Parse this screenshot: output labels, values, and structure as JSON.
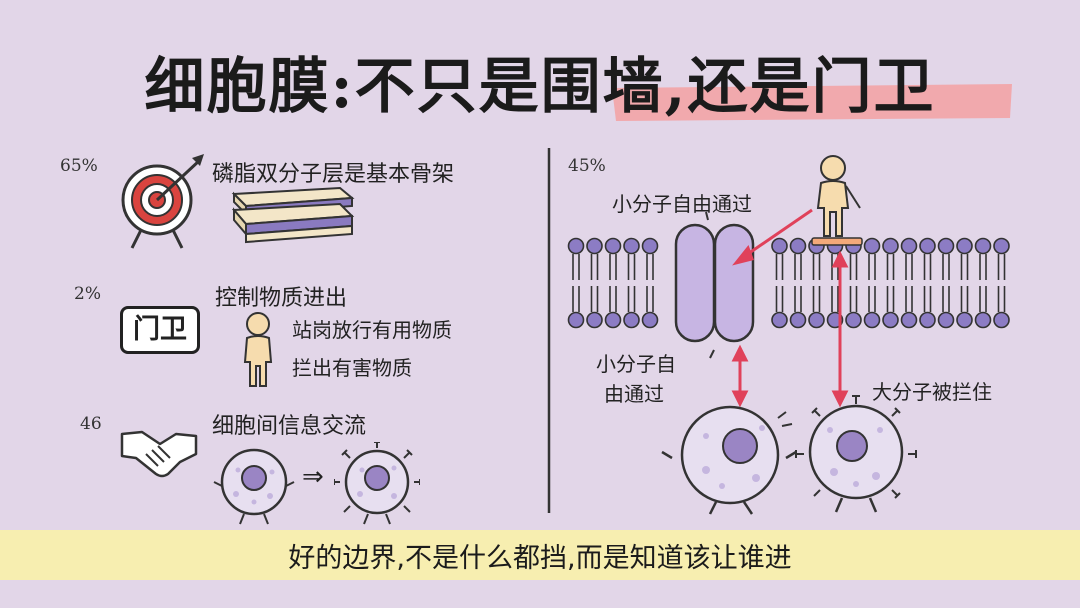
{
  "title": "细胞膜:不只是围墙,还是门卫",
  "left": {
    "row1": {
      "percent": "65%",
      "label": "磷脂双分子层是基本骨架",
      "icon": "target-icon",
      "icon2": "lipid-layer-stack-icon"
    },
    "row2": {
      "percent": "2%",
      "label": "控制物质进出",
      "badge": "门卫",
      "sub1": "站岗放行有用物质",
      "sub2": "拦出有害物质",
      "icon": "person-icon"
    },
    "row3": {
      "percent": "46",
      "label": "细胞间信息交流",
      "icon": "handshake-icon",
      "arrow": "⇒"
    }
  },
  "right": {
    "percent": "45%",
    "label_top": "小分子自由通过",
    "label_left_line1": "小分子自",
    "label_left_line2": "由通过",
    "label_right": "大分子被拦住"
  },
  "caption": "好的边界,不是什么都挡,而是知道该让谁进",
  "colors": {
    "background": "#e2d6e8",
    "accent_pink": "#f4a3a8",
    "arrow_red": "#e0415a",
    "membrane_purple": "#8c7cc4",
    "caption_bg": "#f7eeb0"
  }
}
